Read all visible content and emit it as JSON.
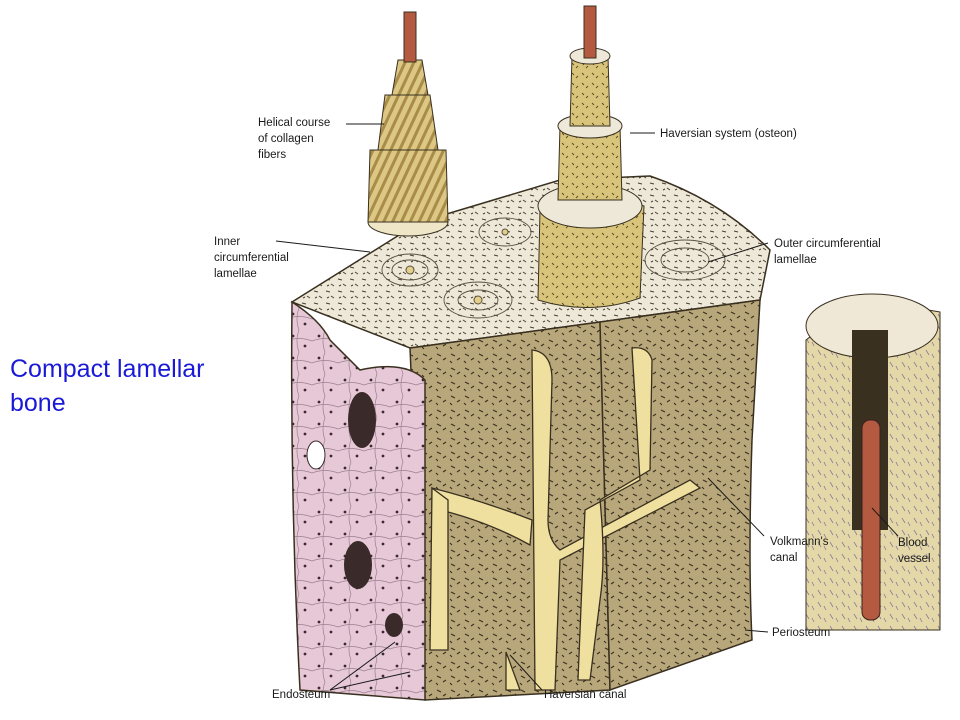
{
  "slide_title": [
    "Compact lamellar",
    "bone"
  ],
  "labels": {
    "helical": [
      "Helical course",
      "of collagen",
      "fibers"
    ],
    "haversian_system": [
      "Haversian system (osteon)"
    ],
    "inner_lamellae": [
      "Inner",
      "circumferential",
      "lamellae"
    ],
    "outer_lamellae": [
      "Outer circumferential",
      "lamellae"
    ],
    "volkmann": [
      "Volkmann's",
      "canal"
    ],
    "periosteum": [
      "Periosteum"
    ],
    "endosteum": [
      "Endosteum"
    ],
    "haversian_canal": [
      "Haversian canal"
    ],
    "blood_vessel": [
      "Blood",
      "vessel"
    ]
  },
  "colors": {
    "title": "#1a1ad6",
    "bone_tan": "#b8a77a",
    "osteon_gold": "#d8c47a",
    "canal_cream": "#efe0a0",
    "endosteum_pink": "#e6c8d6",
    "top_cream": "#ede8d8",
    "vessel_red": "#b35a40"
  }
}
